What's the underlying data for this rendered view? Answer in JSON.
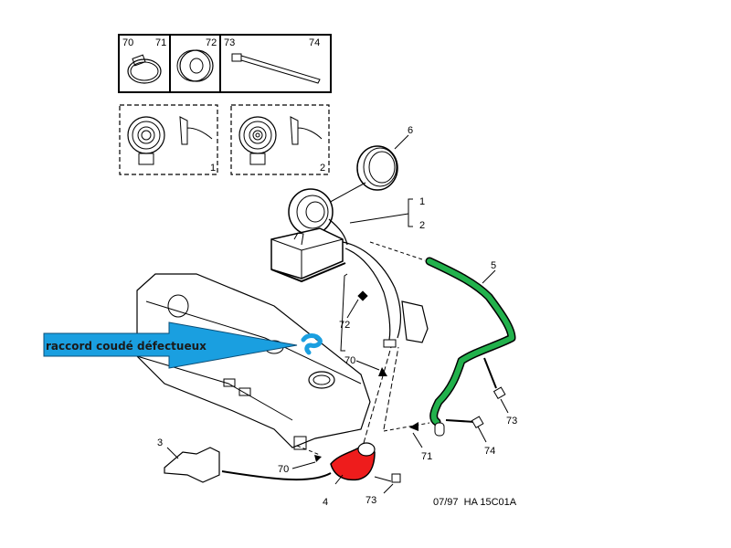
{
  "diagram": {
    "reference_code": "07/97  HA 15C01A",
    "callout": {
      "text": "raccord coudé défectueux",
      "color": "#1a9fe0"
    },
    "highlight_colors": {
      "defective_elbow": "#1a9fe0",
      "part_4_elbow_hose": "#ee1c1c",
      "part_5_vent_hose": "#22b14c"
    },
    "kit_box": {
      "cells": [
        {
          "labels": [
            "70",
            "71"
          ],
          "part": "hose-clamp"
        },
        {
          "labels": [
            "72"
          ],
          "part": "grommet"
        },
        {
          "labels": [
            "73",
            "74"
          ],
          "part": "cable-tie"
        }
      ]
    },
    "variants": [
      {
        "label": "1",
        "part": "filler-neck-variant"
      },
      {
        "label": "2",
        "part": "filler-neck-variant"
      }
    ],
    "part_labels": {
      "p6": "6",
      "p1": "1",
      "p2": "2",
      "p5": "5",
      "p72": "72",
      "p70a": "70",
      "p73a": "73",
      "p74": "74",
      "p71": "71",
      "p3": "3",
      "p70b": "70",
      "p4": "4",
      "p73b": "73"
    }
  }
}
